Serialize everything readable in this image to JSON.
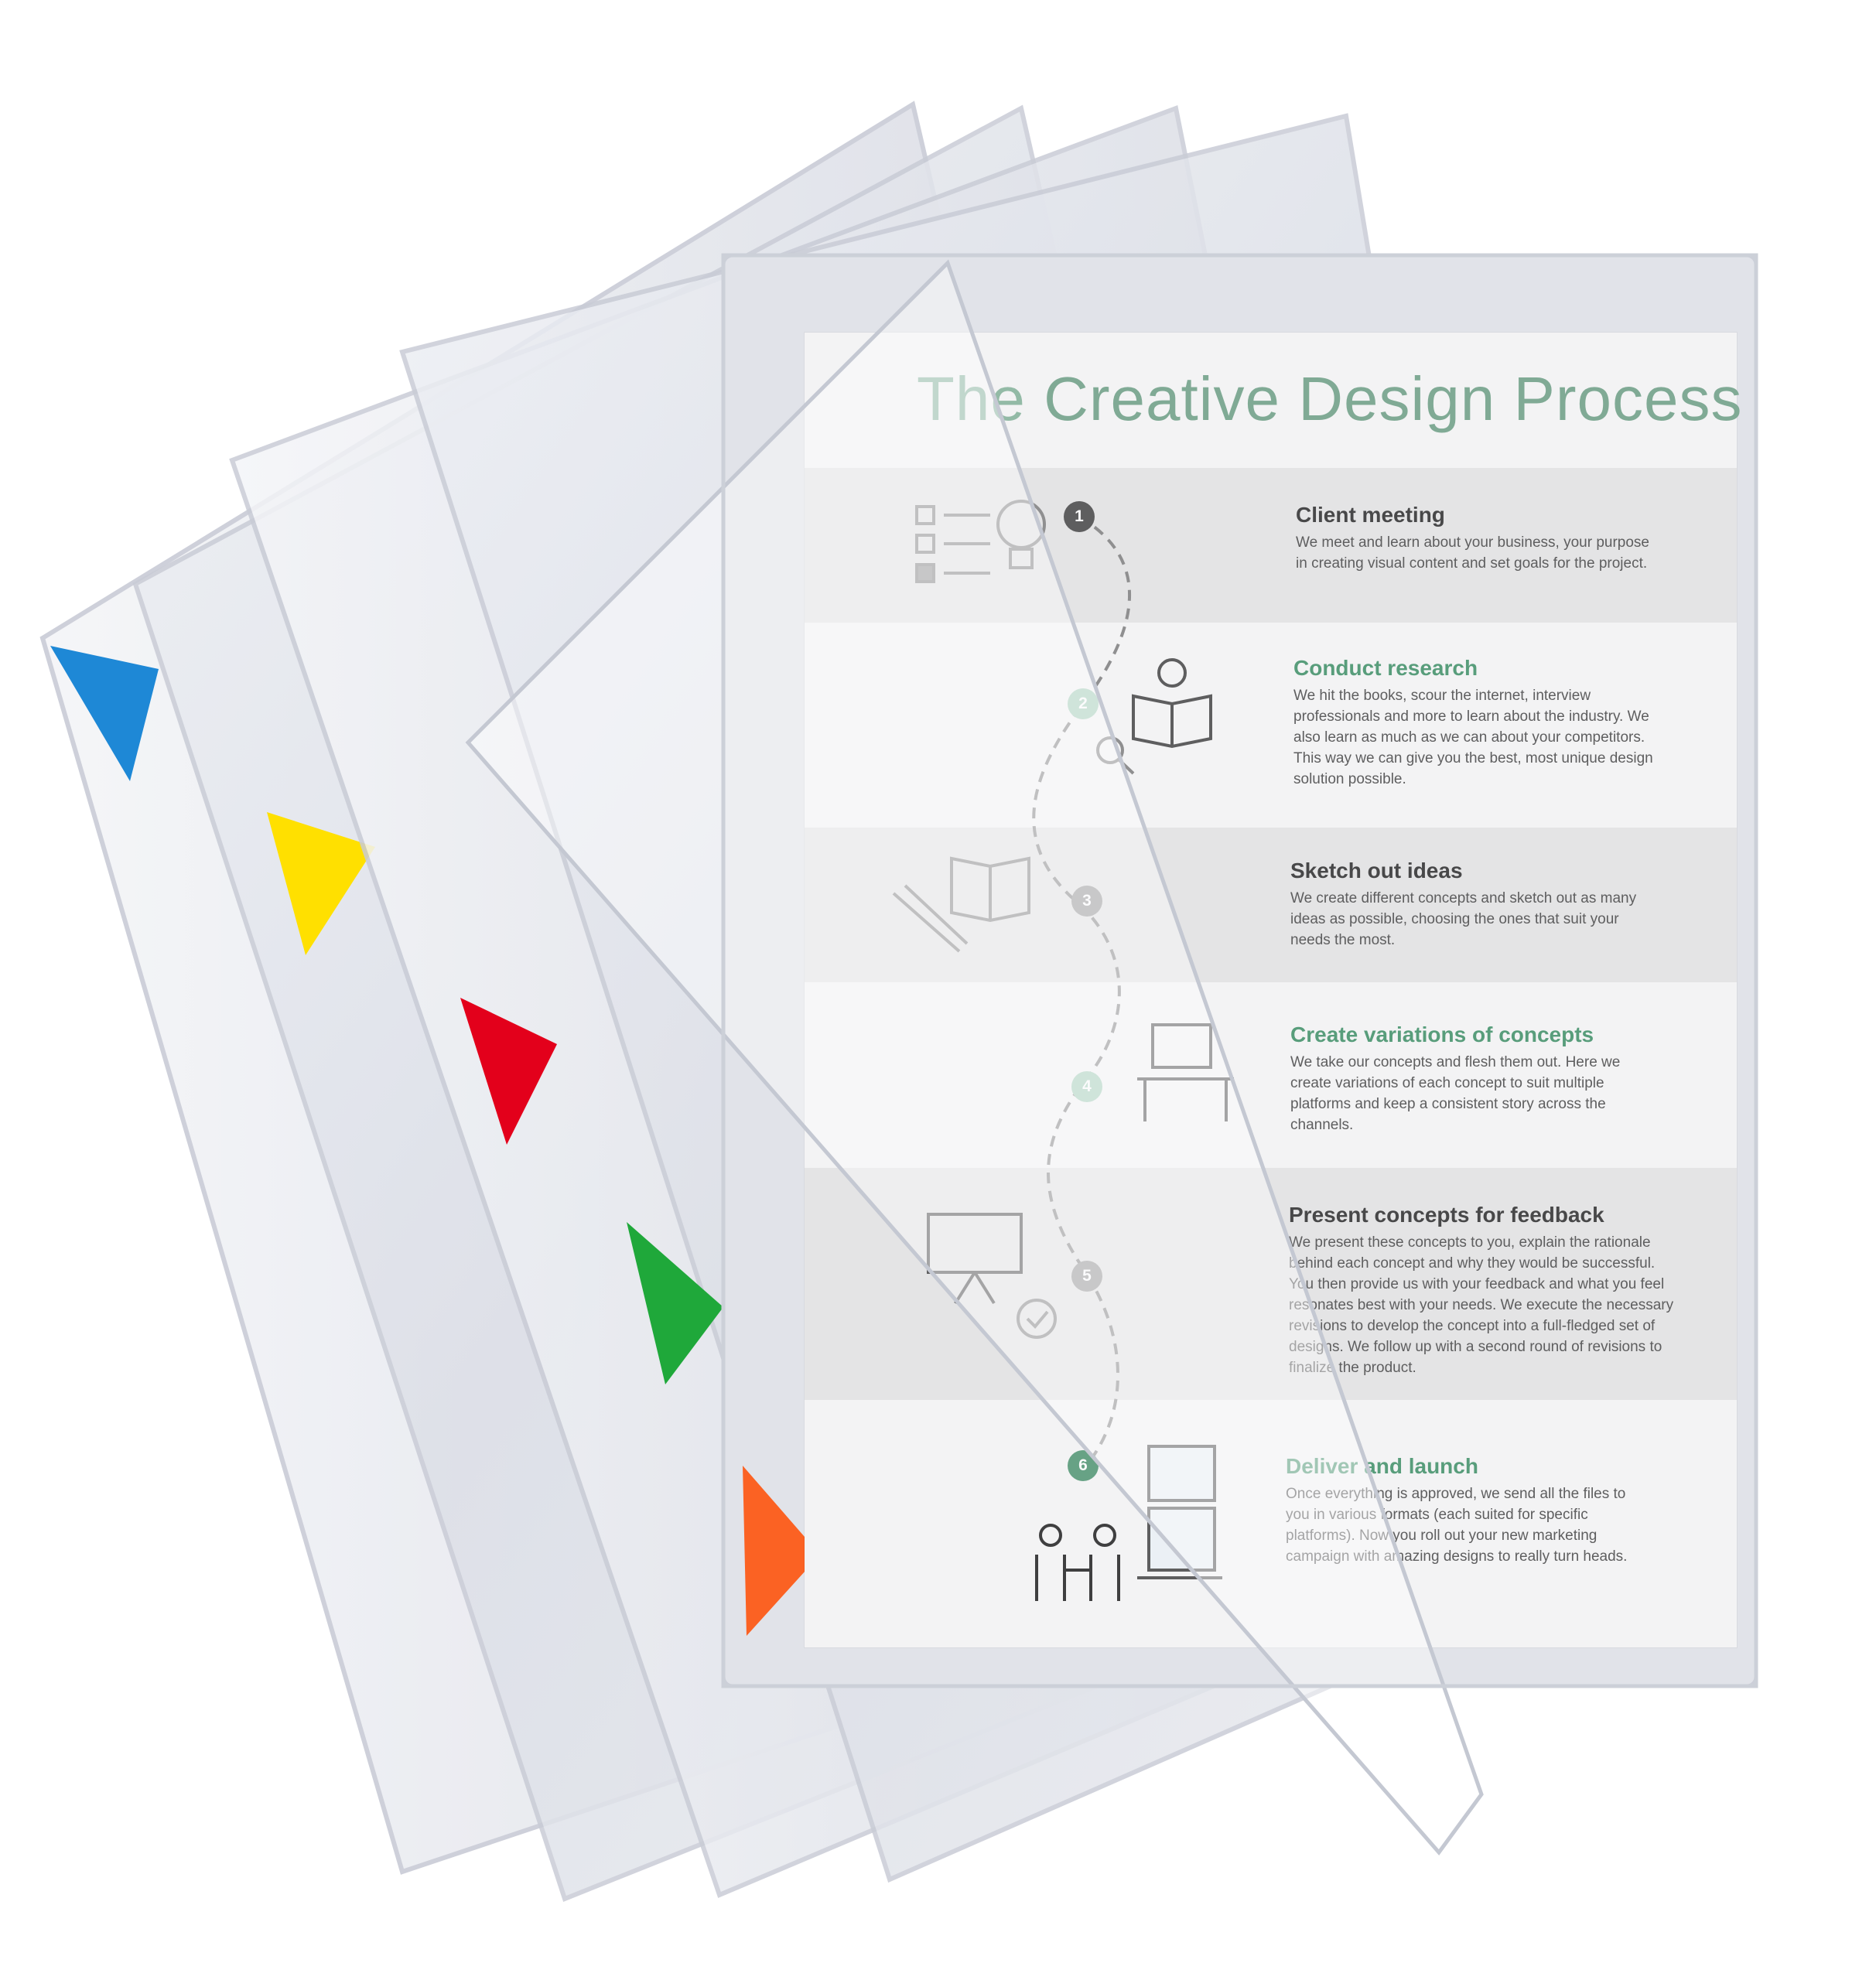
{
  "poster": {
    "title_prefix": "The",
    "title_rest": " Creative Design Process",
    "steps": [
      {
        "number": "1",
        "title": "Client meeting",
        "description": "We meet and learn about your business, your purpose in creating visual content and set goals for the project."
      },
      {
        "number": "2",
        "title": "Conduct research",
        "description": "We hit the books, scour the internet, interview professionals and more to learn about the industry. We also learn as much as we can about your competitors. This way we can give you the best, most unique design solution possible."
      },
      {
        "number": "3",
        "title": "Sketch out ideas",
        "description": "We create different concepts and sketch out as many ideas as possible, choosing the ones that suit your needs the most."
      },
      {
        "number": "4",
        "title": "Create variations of concepts",
        "description": "We take our concepts and flesh them out. Here we create variations of each concept to suit multiple platforms and keep a consistent story across the channels."
      },
      {
        "number": "5",
        "title": "Present concepts for feedback",
        "description": "We present these concepts to you, explain the rationale behind each concept and why they would be successful. You then provide us with your feedback and what you feel resonates best with your needs. We execute the necessary revisions to develop the concept into a full-fledged set of designs. We follow up with a second round of revisions to finalize the product."
      },
      {
        "number": "6",
        "title": "Deliver and launch",
        "description": "Once everything is approved, we send all the files to you in various formats (each suited for specific platforms). Now you roll out your new marketing campaign with amazing designs to really turn heads."
      }
    ]
  },
  "colors": {
    "tab_blue": "#1e88d6",
    "tab_yellow": "#ffe000",
    "tab_red": "#e3001b",
    "tab_green": "#1fa83a",
    "tab_orange": "#ff5a14",
    "accent_green": "#4f9a74",
    "title_green": "#7aa890",
    "dark_text": "#3d3d3d"
  },
  "icons": [
    "checklist-icon",
    "lightbulb-icon",
    "reading-person-icon",
    "magnifier-icon",
    "sketchbook-icon",
    "pencil-icon",
    "monitor-desk-icon",
    "presentation-easel-icon",
    "checkmark-circle-icon",
    "handshake-people-icon",
    "picture-frame-icon",
    "picture-scroll-icon"
  ]
}
